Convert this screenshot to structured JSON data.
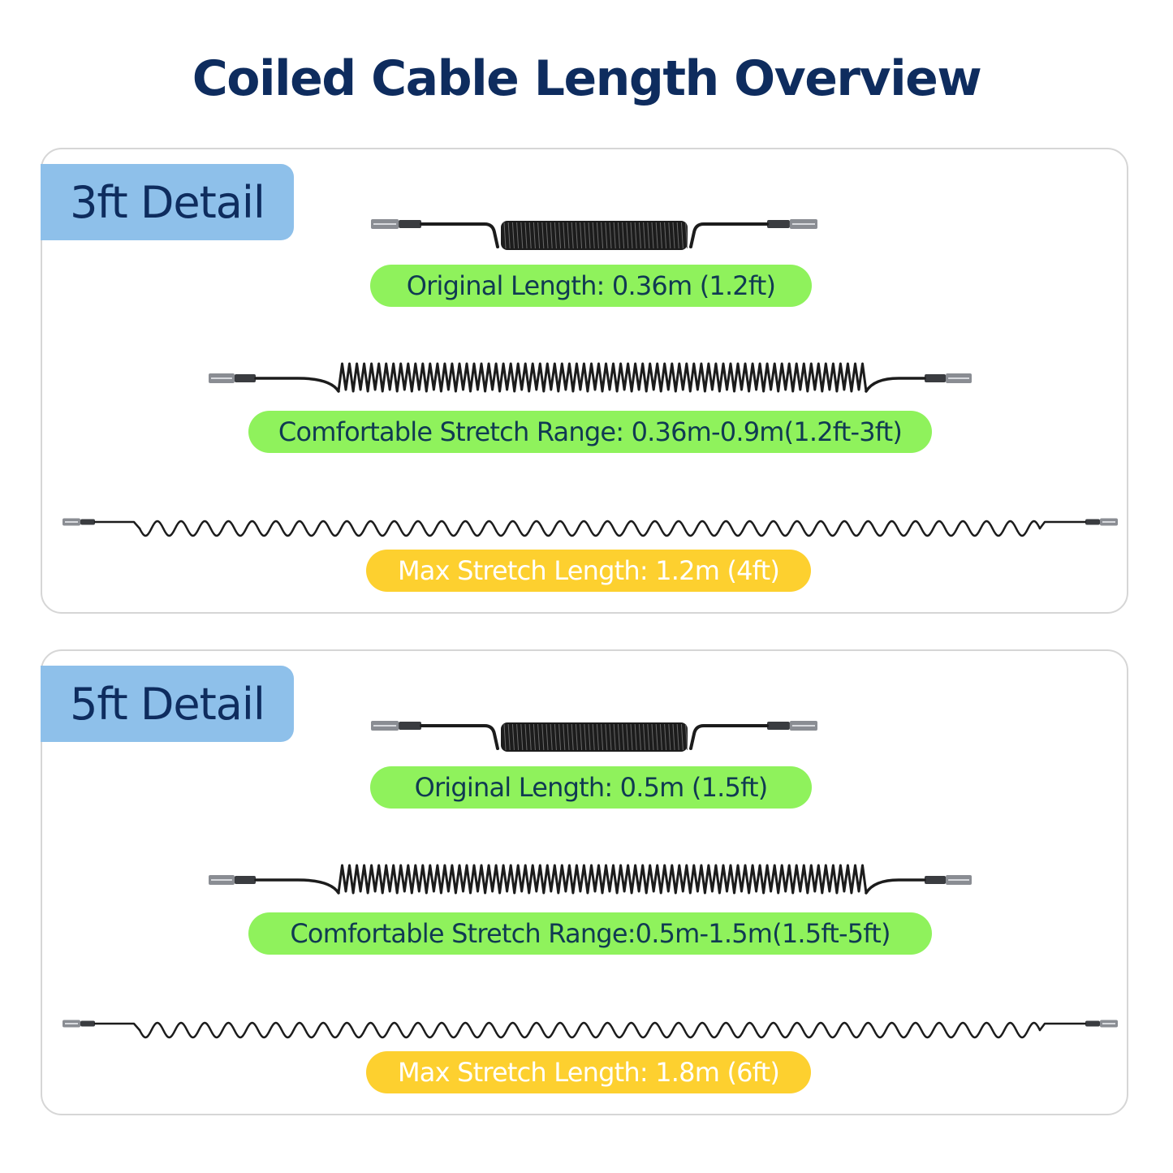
{
  "title": "Coiled Cable Length Overview",
  "colors": {
    "title": "#0e2c5e",
    "tag_background": "#8ec0ea",
    "green_label": "#8ff25c",
    "yellow_label": "#fdd02f",
    "cable": "#1c1c1c",
    "connector": "#8a8d93"
  },
  "icons": {
    "connector_end": "usb-c-plug-icon",
    "connector_start": "usb-a-plug-icon"
  },
  "panels": [
    {
      "tag": "3ft Detail",
      "original_length": "Original Length: 0.36m (1.2ft)",
      "comfortable_range": "Comfortable Stretch Range: 0.36m-0.9m(1.2ft-3ft)",
      "max_stretch": "Max Stretch Length: 1.2m (4ft)"
    },
    {
      "tag": "5ft Detail",
      "original_length": "Original Length: 0.5m (1.5ft)",
      "comfortable_range": "Comfortable Stretch Range:0.5m-1.5m(1.5ft-5ft)",
      "max_stretch": "Max Stretch Length: 1.8m (6ft)"
    }
  ]
}
